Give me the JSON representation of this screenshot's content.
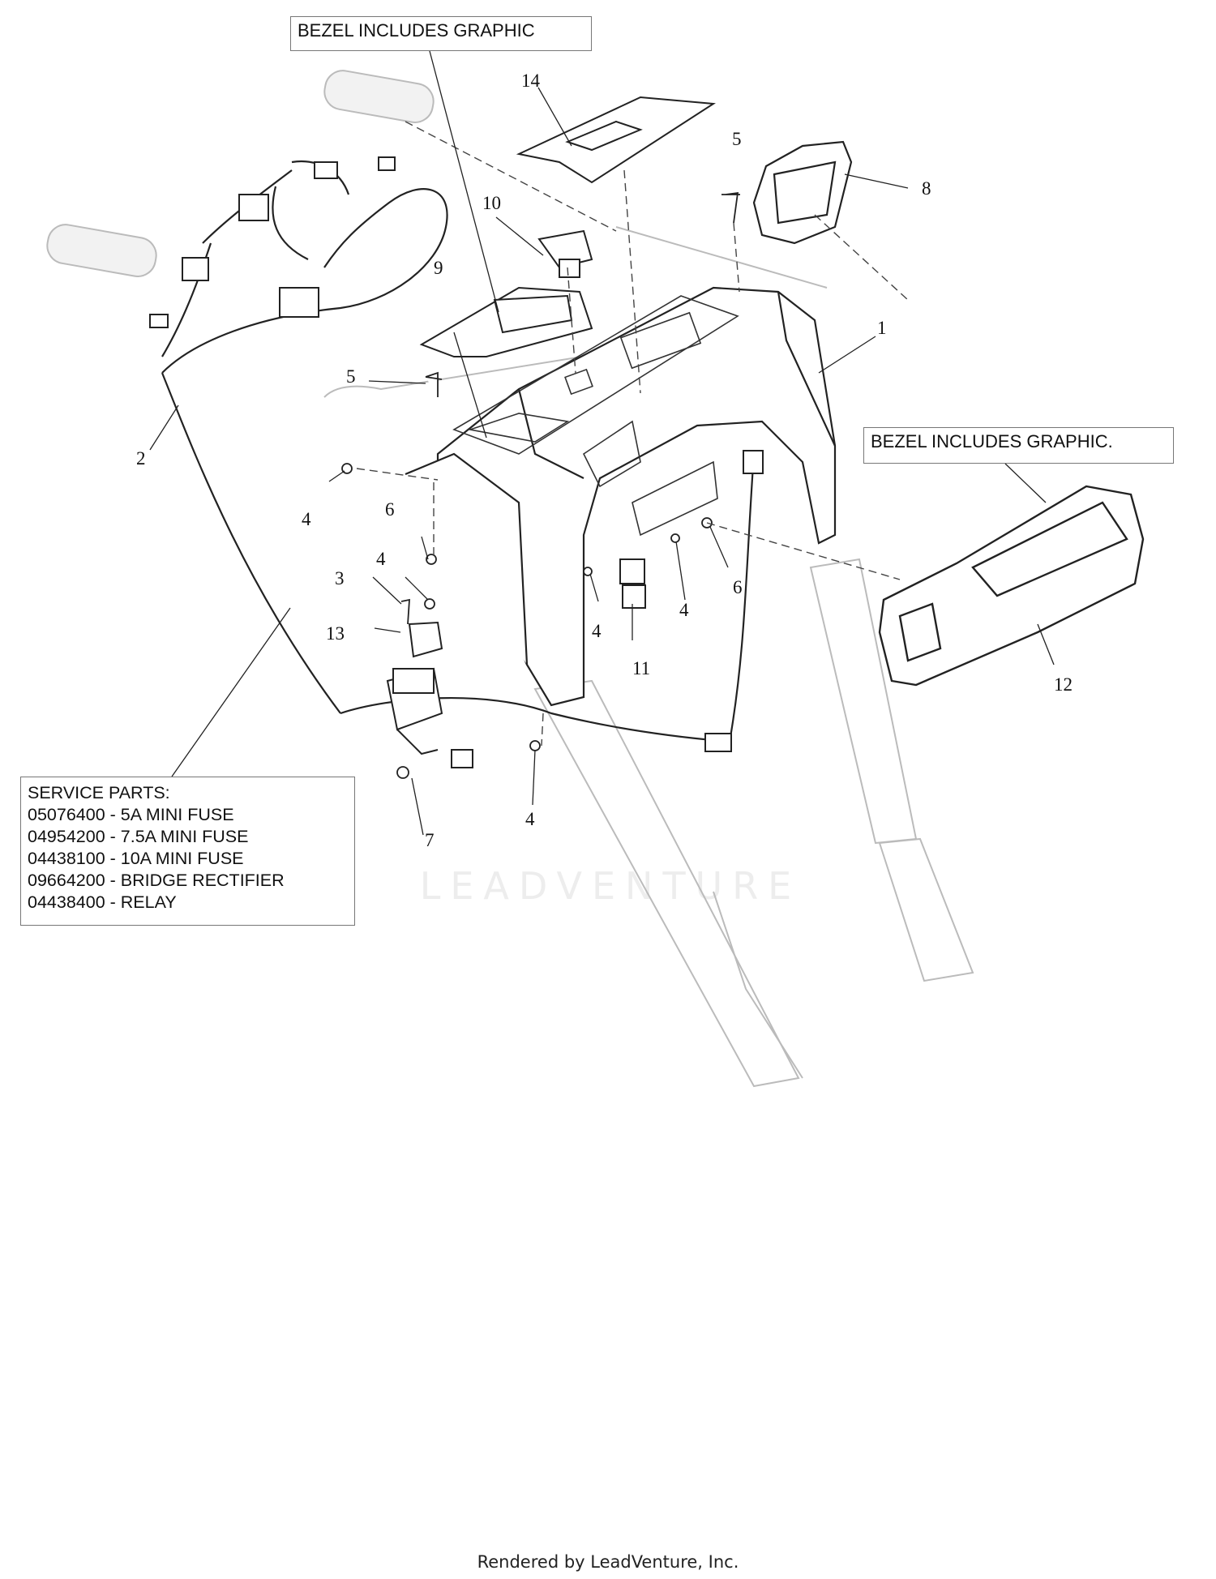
{
  "notes": {
    "bezel_top": "BEZEL INCLUDES GRAPHIC",
    "bezel_right": "BEZEL INCLUDES GRAPHIC."
  },
  "service_parts": {
    "heading": "SERVICE PARTS:",
    "items": [
      "05076400 - 5A MINI FUSE",
      "04954200 - 7.5A MINI FUSE",
      "04438100 - 10A MINI FUSE",
      "09664200 - BRIDGE RECTIFIER",
      "04438400 - RELAY"
    ]
  },
  "callouts": {
    "c1": "1",
    "c2": "2",
    "c3": "3",
    "c4a": "4",
    "c4b": "4",
    "c4c": "4",
    "c4d": "4",
    "c4e": "4",
    "c5a": "5",
    "c5b": "5",
    "c6a": "6",
    "c6b": "6",
    "c7": "7",
    "c8": "8",
    "c9": "9",
    "c10": "10",
    "c11": "11",
    "c12": "12",
    "c13": "13",
    "c14": "14"
  },
  "watermark": "LEADVENTURE",
  "footer": "Rendered by LeadVenture, Inc."
}
